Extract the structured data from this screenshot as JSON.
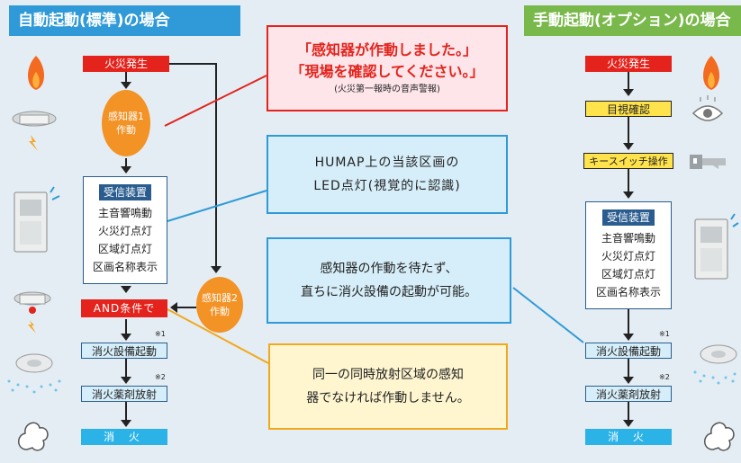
{
  "left": {
    "header": "自動起動(標準)の場合",
    "fire": "火災発生",
    "sensor1": [
      "感知器1",
      "作動"
    ],
    "receiver": {
      "title": "受信装置",
      "lines": [
        "主音響鳴動",
        "火災灯点灯",
        "区域灯点灯",
        "区画名称表示"
      ]
    },
    "and_cond": "AND条件で",
    "sensor2": [
      "感知器2",
      "作動"
    ],
    "start": "消火設備起動",
    "note1": "※1",
    "release": "消火薬剤放射",
    "note2": "※2",
    "extinguish": "消 火"
  },
  "right": {
    "header": "手動起動(オプション)の場合",
    "fire": "火災発生",
    "visual": "目視確認",
    "key": "キースイッチ操作",
    "receiver": {
      "title": "受信装置",
      "lines": [
        "主音響鳴動",
        "火災灯点灯",
        "区域灯点灯",
        "区画名称表示"
      ]
    },
    "start": "消火設備起動",
    "note1": "※1",
    "release": "消火薬剤放射",
    "note2": "※2",
    "extinguish": "消 火"
  },
  "callouts": {
    "alarm": {
      "line1": "「感知器が作動しました。」",
      "line2": "「現場を確認してください。」",
      "sub": "(火災第一報時の音声警報)"
    },
    "humap": {
      "line1": "HUMAP上の当該区画の",
      "line2": "LED点灯(視覚的に認識)"
    },
    "direct": {
      "line1": "感知器の作動を待たず、",
      "line2": "直ちに消火設備の起動が可能。"
    },
    "same": {
      "line1": "同一の同時放射区域の感知",
      "line2": "器でなければ作動しません。"
    }
  },
  "colors": {
    "red": "#e3231c",
    "orange": "#f39225",
    "blue": "#2f9ad7",
    "green": "#79b84a",
    "yellow": "#ffe34d",
    "navy": "#2a5c8f",
    "cyan": "#2bb3e8"
  },
  "icons": [
    "flame-icon",
    "smoke-detector-icon",
    "lightning-icon",
    "control-panel-icon",
    "sprinkler-icon",
    "cloud-icon",
    "eye-icon",
    "key-icon"
  ]
}
